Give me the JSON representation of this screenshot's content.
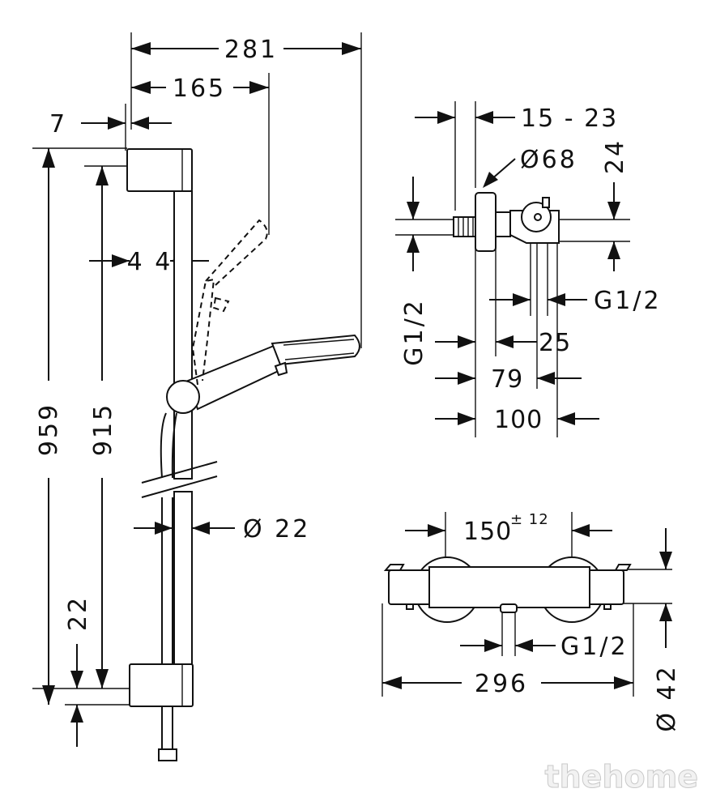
{
  "drawing": {
    "shower_set": {
      "overall_width": "281",
      "handshower_width": "165",
      "wall_offset": "7",
      "bar_offset": "4 4",
      "total_height": "959",
      "bar_height": "915",
      "bottom_offset": "22",
      "bar_diameter": "Ø 22"
    },
    "wall_connection": {
      "thread_depth": "15 - 23",
      "escutcheon_diameter": "Ø68",
      "height_offset": "24",
      "inlet_thread": "G1/2",
      "outlet_thread": "G1/2",
      "dim_25": "25",
      "dim_79": "79",
      "dim_100": "100"
    },
    "thermostat": {
      "center_distance": "150",
      "center_tolerance": "± 12",
      "body_diameter": "Ø 42",
      "outlet_thread": "G1/2",
      "length": "296"
    }
  },
  "watermark": "thehome"
}
